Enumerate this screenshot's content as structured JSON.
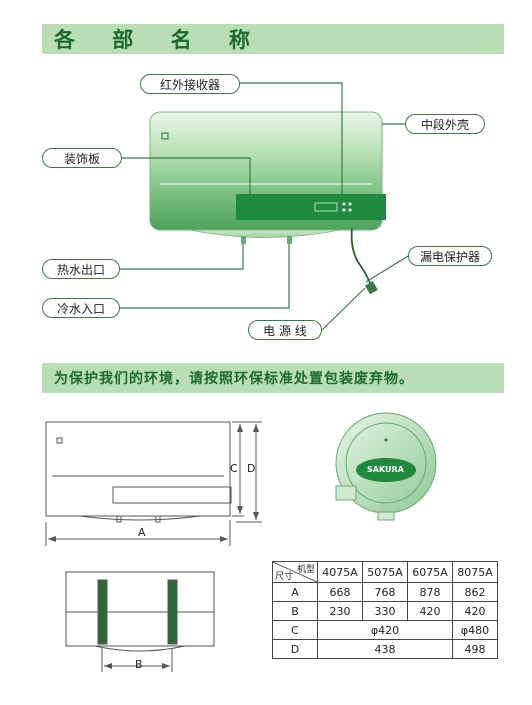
{
  "section_title": "各 部 名 称",
  "env_notice": "为保护我们的环境，请按照环保标准处置包装废弃物。",
  "callouts": {
    "infrared": "红外接收器",
    "shell": "中段外壳",
    "panel": "装饰板",
    "hot_out": "热水出口",
    "cold_in": "冷水入口",
    "leak": "漏电保护器",
    "power": "电 源 线"
  },
  "brand": "SAKURA",
  "dims": {
    "a": "A",
    "b": "B",
    "c": "C",
    "d": "D"
  },
  "table": {
    "corner_top": "机型",
    "corner_bottom": "尺寸",
    "models": [
      "4075A",
      "5075A",
      "6075A",
      "8075A"
    ],
    "rows": [
      {
        "label": "A",
        "cells": [
          "668",
          "768",
          "878",
          "862"
        ]
      },
      {
        "label": "B",
        "cells": [
          "230",
          "330",
          "420",
          "420"
        ]
      },
      {
        "label": "C",
        "merged": "φ420",
        "last": "φ480"
      },
      {
        "label": "D",
        "merged": "438",
        "last": "498"
      }
    ]
  },
  "colors": {
    "accent": "#1e6b2e",
    "banner": "#b9ddb5",
    "tank": "#7fc38a",
    "panel": "#1f8a3e"
  }
}
